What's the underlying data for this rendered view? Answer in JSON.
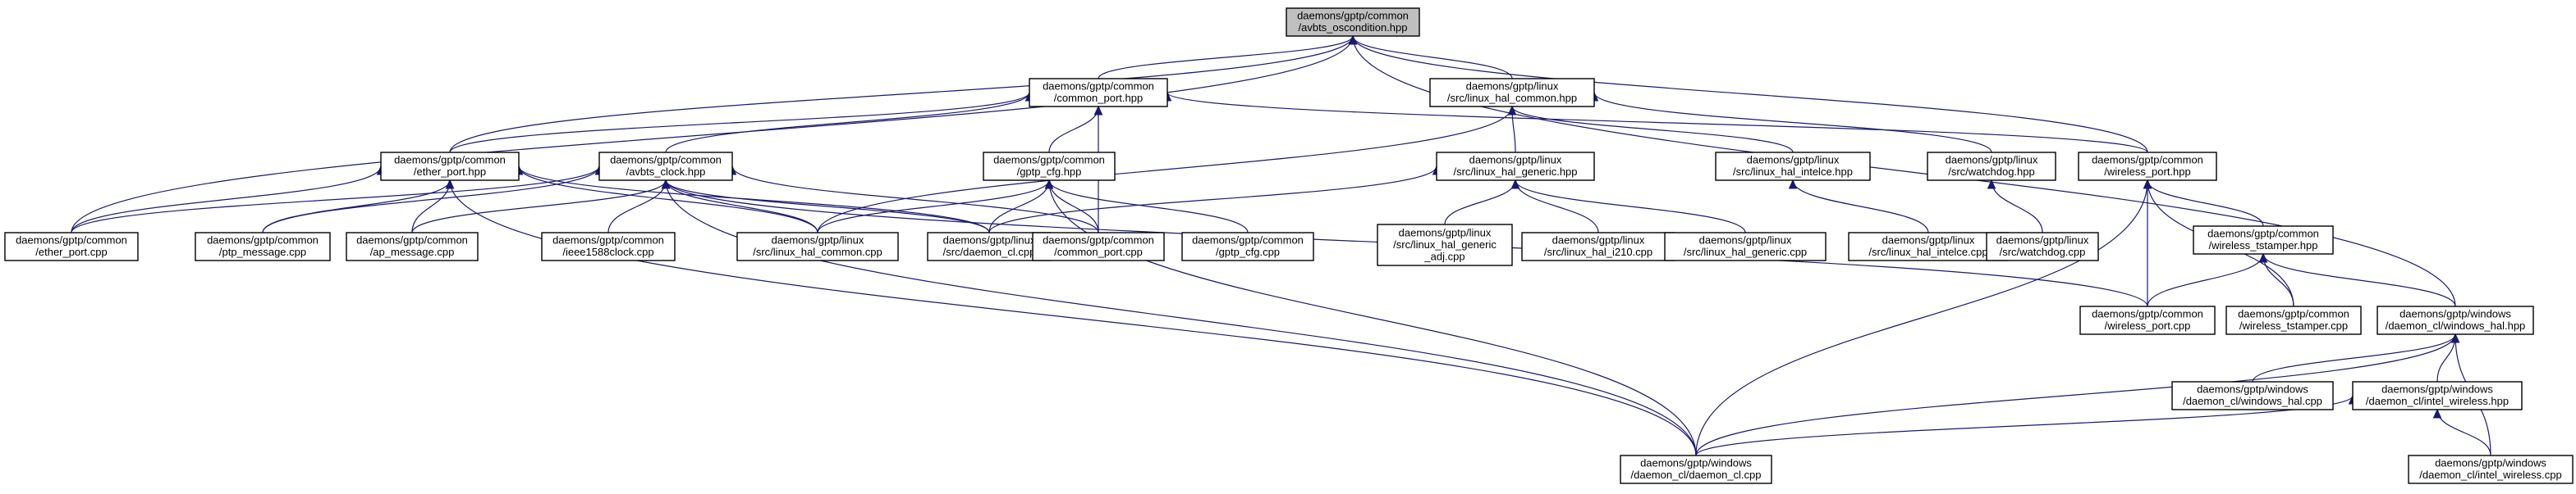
{
  "diagram": {
    "nodes": [
      {
        "id": "avbts_oscondition",
        "lines": [
          "daemons/gptp/common",
          "/avbts_oscondition.hpp"
        ],
        "root": true
      },
      {
        "id": "common_port_hpp",
        "lines": [
          "daemons/gptp/common",
          "/common_port.hpp"
        ]
      },
      {
        "id": "linux_hal_common_hpp",
        "lines": [
          "daemons/gptp/linux",
          "/src/linux_hal_common.hpp"
        ]
      },
      {
        "id": "ether_port_hpp",
        "lines": [
          "daemons/gptp/common",
          "/ether_port.hpp"
        ]
      },
      {
        "id": "avbts_clock_hpp",
        "lines": [
          "daemons/gptp/common",
          "/avbts_clock.hpp"
        ]
      },
      {
        "id": "gptp_cfg_hpp",
        "lines": [
          "daemons/gptp/common",
          "/gptp_cfg.hpp"
        ]
      },
      {
        "id": "linux_hal_generic_hpp",
        "lines": [
          "daemons/gptp/linux",
          "/src/linux_hal_generic.hpp"
        ]
      },
      {
        "id": "linux_hal_intelce_hpp",
        "lines": [
          "daemons/gptp/linux",
          "/src/linux_hal_intelce.hpp"
        ]
      },
      {
        "id": "watchdog_hpp",
        "lines": [
          "daemons/gptp/linux",
          "/src/watchdog.hpp"
        ]
      },
      {
        "id": "wireless_port_hpp",
        "lines": [
          "daemons/gptp/common",
          "/wireless_port.hpp"
        ]
      },
      {
        "id": "ether_port_cpp",
        "lines": [
          "daemons/gptp/common",
          "/ether_port.cpp"
        ]
      },
      {
        "id": "ptp_message_cpp",
        "lines": [
          "daemons/gptp/common",
          "/ptp_message.cpp"
        ]
      },
      {
        "id": "ap_message_cpp",
        "lines": [
          "daemons/gptp/common",
          "/ap_message.cpp"
        ]
      },
      {
        "id": "ieee1588clock_cpp",
        "lines": [
          "daemons/gptp/common",
          "/ieee1588clock.cpp"
        ]
      },
      {
        "id": "linux_hal_common_cpp",
        "lines": [
          "daemons/gptp/linux",
          "/src/linux_hal_common.cpp"
        ]
      },
      {
        "id": "daemon_cl_cpp_linux",
        "lines": [
          "daemons/gptp/linux",
          "/src/daemon_cl.cpp"
        ]
      },
      {
        "id": "common_port_cpp",
        "lines": [
          "daemons/gptp/common",
          "/common_port.cpp"
        ]
      },
      {
        "id": "gptp_cfg_cpp",
        "lines": [
          "daemons/gptp/common",
          "/gptp_cfg.cpp"
        ]
      },
      {
        "id": "linux_hal_generic_adj_cpp",
        "lines": [
          "daemons/gptp/linux",
          "/src/linux_hal_generic",
          "_adj.cpp"
        ]
      },
      {
        "id": "linux_hal_i210_cpp",
        "lines": [
          "daemons/gptp/linux",
          "/src/linux_hal_i210.cpp"
        ]
      },
      {
        "id": "linux_hal_generic_cpp",
        "lines": [
          "daemons/gptp/linux",
          "/src/linux_hal_generic.cpp"
        ]
      },
      {
        "id": "linux_hal_intelce_cpp",
        "lines": [
          "daemons/gptp/linux",
          "/src/linux_hal_intelce.cpp"
        ]
      },
      {
        "id": "watchdog_cpp",
        "lines": [
          "daemons/gptp/linux",
          "/src/watchdog.cpp"
        ]
      },
      {
        "id": "wireless_tstamper_hpp",
        "lines": [
          "daemons/gptp/common",
          "/wireless_tstamper.hpp"
        ]
      },
      {
        "id": "wireless_port_cpp",
        "lines": [
          "daemons/gptp/common",
          "/wireless_port.cpp"
        ]
      },
      {
        "id": "wireless_tstamper_cpp",
        "lines": [
          "daemons/gptp/common",
          "/wireless_tstamper.cpp"
        ]
      },
      {
        "id": "windows_hal_hpp",
        "lines": [
          "daemons/gptp/windows",
          "/daemon_cl/windows_hal.hpp"
        ]
      },
      {
        "id": "windows_hal_cpp",
        "lines": [
          "daemons/gptp/windows",
          "/daemon_cl/windows_hal.cpp"
        ]
      },
      {
        "id": "intel_wireless_hpp",
        "lines": [
          "daemons/gptp/windows",
          "/daemon_cl/intel_wireless.hpp"
        ]
      },
      {
        "id": "daemon_cl_cpp_windows",
        "lines": [
          "daemons/gptp/windows",
          "/daemon_cl/daemon_cl.cpp"
        ]
      },
      {
        "id": "intel_wireless_cpp",
        "lines": [
          "daemons/gptp/windows",
          "/daemon_cl/intel_wireless.cpp"
        ]
      }
    ],
    "edges": [
      {
        "from": "common_port_hpp",
        "to": "avbts_oscondition"
      },
      {
        "from": "linux_hal_common_hpp",
        "to": "avbts_oscondition"
      },
      {
        "from": "ether_port_hpp",
        "to": "avbts_oscondition"
      },
      {
        "from": "ether_port_cpp",
        "to": "avbts_oscondition"
      },
      {
        "from": "wireless_port_hpp",
        "to": "avbts_oscondition"
      },
      {
        "from": "windows_hal_hpp",
        "to": "avbts_oscondition"
      },
      {
        "from": "ether_port_hpp",
        "to": "common_port_hpp"
      },
      {
        "from": "avbts_clock_hpp",
        "to": "common_port_hpp"
      },
      {
        "from": "gptp_cfg_hpp",
        "to": "common_port_hpp"
      },
      {
        "from": "common_port_cpp",
        "to": "common_port_hpp"
      },
      {
        "from": "wireless_port_hpp",
        "to": "common_port_hpp"
      },
      {
        "from": "linux_hal_generic_hpp",
        "to": "linux_hal_common_hpp"
      },
      {
        "from": "linux_hal_intelce_hpp",
        "to": "linux_hal_common_hpp"
      },
      {
        "from": "watchdog_hpp",
        "to": "linux_hal_common_hpp"
      },
      {
        "from": "linux_hal_common_cpp",
        "to": "linux_hal_common_hpp"
      },
      {
        "from": "ether_port_cpp",
        "to": "ether_port_hpp"
      },
      {
        "from": "ptp_message_cpp",
        "to": "ether_port_hpp"
      },
      {
        "from": "ap_message_cpp",
        "to": "ether_port_hpp"
      },
      {
        "from": "linux_hal_common_cpp",
        "to": "ether_port_hpp"
      },
      {
        "from": "daemon_cl_cpp_linux",
        "to": "ether_port_hpp"
      },
      {
        "from": "daemon_cl_cpp_windows",
        "to": "ether_port_hpp"
      },
      {
        "from": "ether_port_cpp",
        "to": "avbts_clock_hpp"
      },
      {
        "from": "ptp_message_cpp",
        "to": "avbts_clock_hpp"
      },
      {
        "from": "ap_message_cpp",
        "to": "avbts_clock_hpp"
      },
      {
        "from": "ieee1588clock_cpp",
        "to": "avbts_clock_hpp"
      },
      {
        "from": "linux_hal_common_cpp",
        "to": "avbts_clock_hpp"
      },
      {
        "from": "daemon_cl_cpp_linux",
        "to": "avbts_clock_hpp"
      },
      {
        "from": "common_port_cpp",
        "to": "avbts_clock_hpp"
      },
      {
        "from": "wireless_port_cpp",
        "to": "avbts_clock_hpp"
      },
      {
        "from": "daemon_cl_cpp_windows",
        "to": "avbts_clock_hpp"
      },
      {
        "from": "linux_hal_common_cpp",
        "to": "gptp_cfg_hpp"
      },
      {
        "from": "daemon_cl_cpp_linux",
        "to": "gptp_cfg_hpp"
      },
      {
        "from": "common_port_cpp",
        "to": "gptp_cfg_hpp"
      },
      {
        "from": "gptp_cfg_cpp",
        "to": "gptp_cfg_hpp"
      },
      {
        "from": "daemon_cl_cpp_windows",
        "to": "gptp_cfg_hpp"
      },
      {
        "from": "daemon_cl_cpp_linux",
        "to": "linux_hal_generic_hpp"
      },
      {
        "from": "linux_hal_generic_adj_cpp",
        "to": "linux_hal_generic_hpp"
      },
      {
        "from": "linux_hal_i210_cpp",
        "to": "linux_hal_generic_hpp"
      },
      {
        "from": "linux_hal_generic_cpp",
        "to": "linux_hal_generic_hpp"
      },
      {
        "from": "linux_hal_intelce_cpp",
        "to": "linux_hal_intelce_hpp"
      },
      {
        "from": "watchdog_cpp",
        "to": "watchdog_hpp"
      },
      {
        "from": "wireless_tstamper_hpp",
        "to": "wireless_port_hpp"
      },
      {
        "from": "wireless_port_cpp",
        "to": "wireless_port_hpp"
      },
      {
        "from": "wireless_tstamper_cpp",
        "to": "wireless_port_hpp"
      },
      {
        "from": "daemon_cl_cpp_windows",
        "to": "wireless_port_hpp"
      },
      {
        "from": "wireless_port_cpp",
        "to": "wireless_tstamper_hpp"
      },
      {
        "from": "wireless_tstamper_cpp",
        "to": "wireless_tstamper_hpp"
      },
      {
        "from": "windows_hal_hpp",
        "to": "wireless_tstamper_hpp"
      },
      {
        "from": "windows_hal_cpp",
        "to": "windows_hal_hpp"
      },
      {
        "from": "intel_wireless_hpp",
        "to": "windows_hal_hpp"
      },
      {
        "from": "daemon_cl_cpp_windows",
        "to": "windows_hal_hpp"
      },
      {
        "from": "intel_wireless_cpp",
        "to": "windows_hal_hpp"
      },
      {
        "from": "daemon_cl_cpp_windows",
        "to": "intel_wireless_hpp"
      },
      {
        "from": "intel_wireless_cpp",
        "to": "intel_wireless_hpp"
      }
    ]
  }
}
